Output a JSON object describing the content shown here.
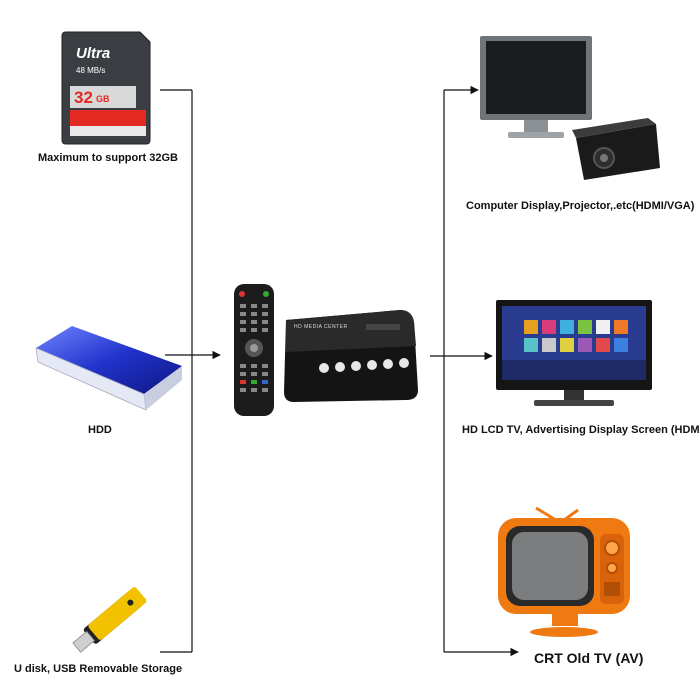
{
  "sources": {
    "sd_card": {
      "label": "Maximum to support 32GB",
      "brand": "Ultra",
      "speed": "48 MB/s",
      "capacity": "32",
      "capacity_unit": "GB",
      "icon": "sd-card-icon"
    },
    "hdd": {
      "label": "HDD",
      "icon": "hdd-icon"
    },
    "usb": {
      "label": "U disk, USB Removable Storage",
      "icon": "usb-drive-icon"
    }
  },
  "center": {
    "player_label": "HD MEDIA CENTER",
    "icon": "media-player-icon",
    "remote_icon": "remote-control-icon"
  },
  "outputs": {
    "computer": {
      "label": "Computer Display,Projector,.etc(HDMI/VGA)",
      "icon": "monitor-projector-icon"
    },
    "lcd_tv": {
      "label": "HD LCD TV, Advertising Display Screen (HDMI )",
      "icon": "lcd-tv-icon"
    },
    "crt_tv": {
      "label": "CRT Old TV (AV)",
      "icon": "crt-tv-icon"
    }
  },
  "colors": {
    "line": "#111111",
    "hdd_blue": "#2233cc",
    "usb_yellow": "#f2c200",
    "crt_orange": "#f07a12",
    "sd_red": "#e22a22"
  }
}
